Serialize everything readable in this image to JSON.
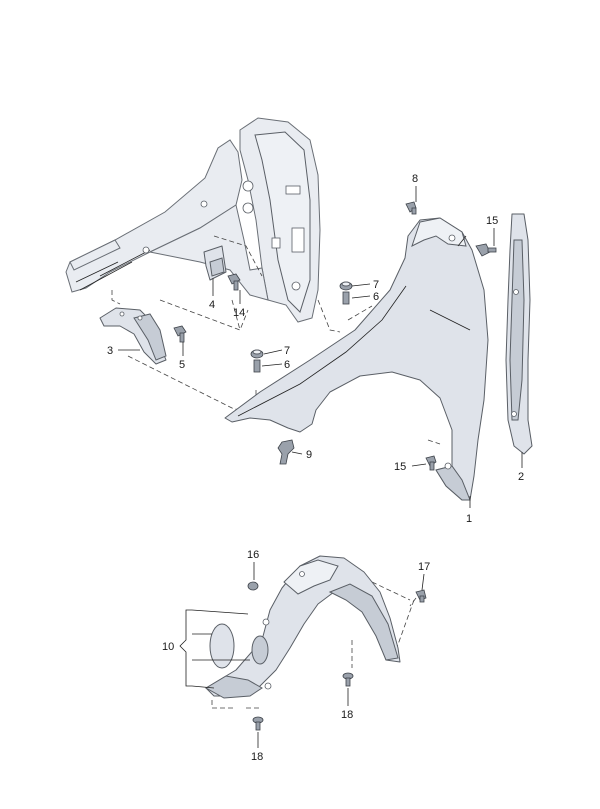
{
  "callouts": [
    {
      "id": "c1",
      "text": "1"
    },
    {
      "id": "c2",
      "text": "2"
    },
    {
      "id": "c3",
      "text": "3"
    },
    {
      "id": "c4",
      "text": "4"
    },
    {
      "id": "c5",
      "text": "5"
    },
    {
      "id": "c6a",
      "text": "6"
    },
    {
      "id": "c6b",
      "text": "6"
    },
    {
      "id": "c7a",
      "text": "7"
    },
    {
      "id": "c7b",
      "text": "7"
    },
    {
      "id": "c8",
      "text": "8"
    },
    {
      "id": "c9",
      "text": "9"
    },
    {
      "id": "c10",
      "text": "10"
    },
    {
      "id": "c14",
      "text": "14"
    },
    {
      "id": "c15a",
      "text": "15"
    },
    {
      "id": "c15b",
      "text": "15"
    },
    {
      "id": "c16",
      "text": "16"
    },
    {
      "id": "c17",
      "text": "17"
    },
    {
      "id": "c18a",
      "text": "18"
    },
    {
      "id": "c18b",
      "text": "18"
    }
  ],
  "colors": {
    "part_fill": "#dfe3ea",
    "outline": "#5a5f66",
    "label": "#1a1a1a"
  }
}
